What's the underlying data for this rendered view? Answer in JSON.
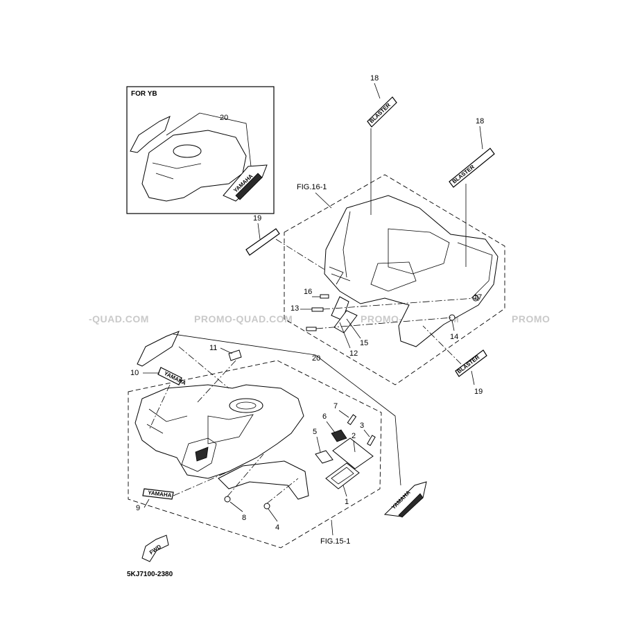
{
  "inset": {
    "title": "FOR YB"
  },
  "figure_refs": {
    "rear": "FIG.16-1",
    "front": "FIG.15-1"
  },
  "watermark": {
    "segments": [
      "-QUAD.COM",
      "PROMO-QUAD.COM",
      "PROMO-QUAD.COM",
      "PROMO"
    ]
  },
  "decals": {
    "brand": "YAMAHA",
    "model": "BLASTER",
    "fwd": "FWD"
  },
  "diagram_code": "5KJ7100-2380",
  "callouts": {
    "c1": "1",
    "c2": "2",
    "c3": "3",
    "c4": "4",
    "c5": "5",
    "c6": "6",
    "c7": "7",
    "c8": "8",
    "c9": "9",
    "c10": "10",
    "c11": "11",
    "c12": "12",
    "c13": "13",
    "c14": "14",
    "c15": "15",
    "c16": "16",
    "c17": "17",
    "c18a": "18",
    "c18b": "18",
    "c19a": "19",
    "c19b": "19",
    "c20a": "20",
    "c20b": "20"
  }
}
